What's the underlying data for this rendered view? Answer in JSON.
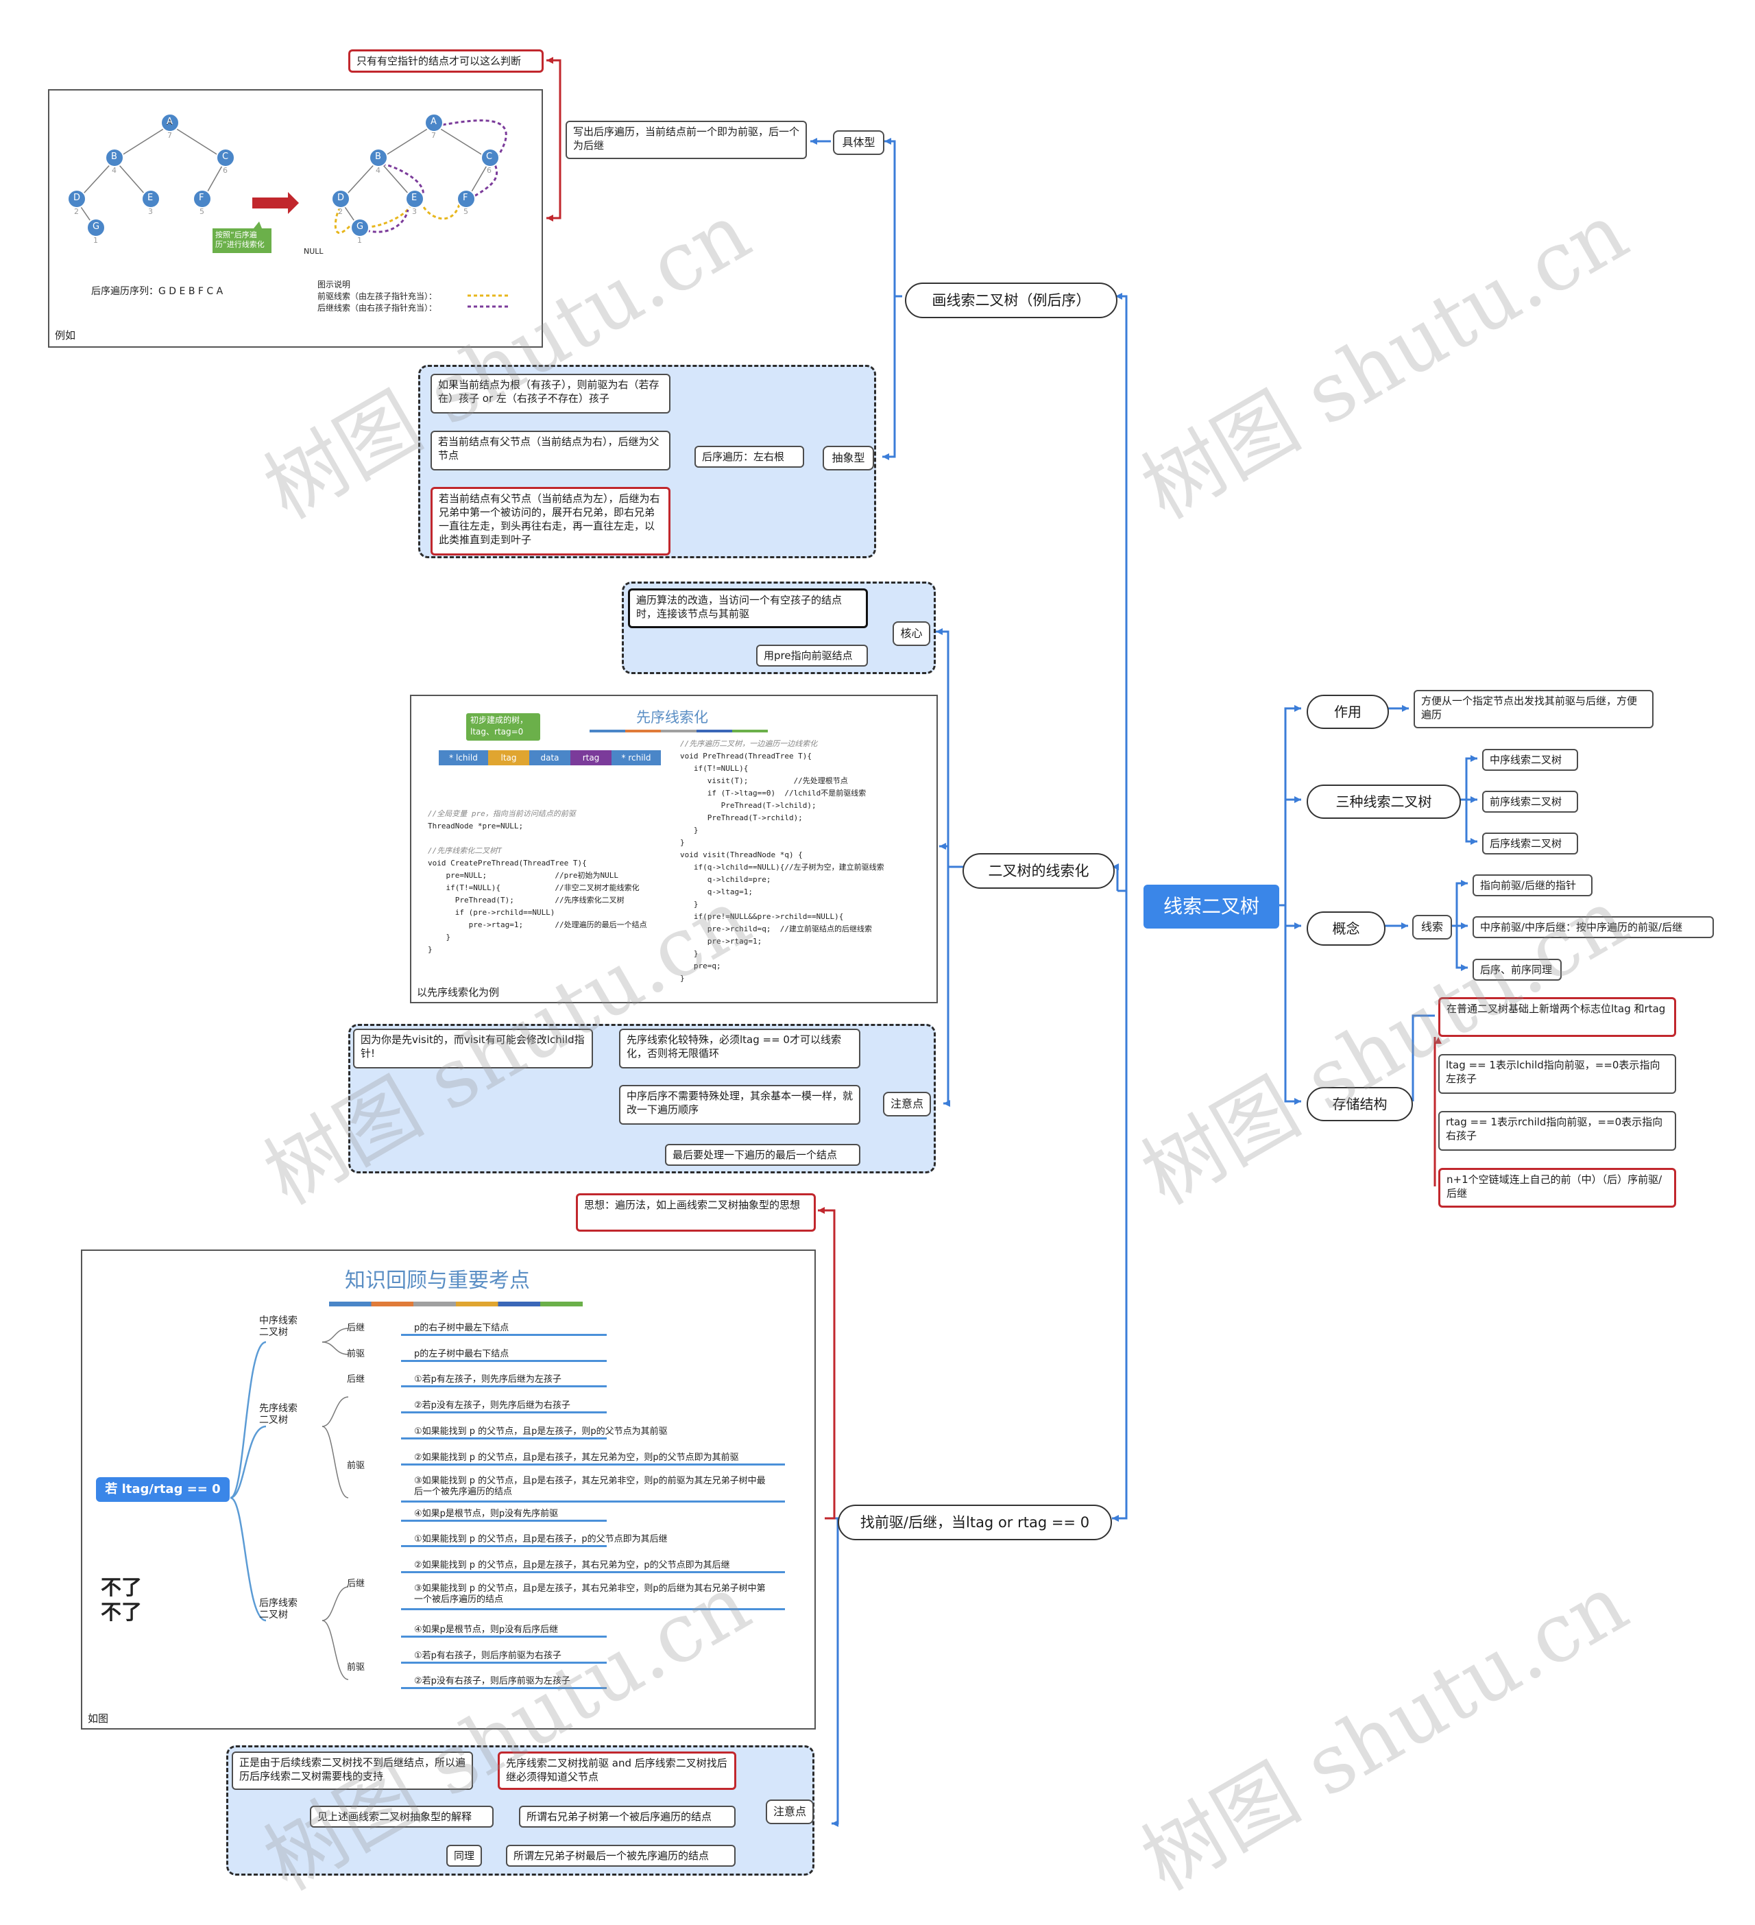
{
  "root": "线索二叉树",
  "right_branches": {
    "zuoyong": {
      "label": "作用",
      "text": "方便从一个指定节点出发找其前驱与后继，方便遍历"
    },
    "sanzhong": {
      "label": "三种线索二叉树",
      "items": [
        "中序线索二叉树",
        "前序线索二叉树",
        "后序线索二叉树"
      ]
    },
    "gainian": {
      "label": "概念",
      "sub": "线索",
      "items": [
        "指向前驱/后继的指针",
        "中序前驱/中序后继：按中序遍历的前驱/后继",
        "后序、前序同理"
      ]
    },
    "cunchu": {
      "label": "存储结构",
      "items": [
        "在普通二叉树基础上新增两个标志位ltag 和rtag",
        "ltag == 1表示lchild指向前驱，==0表示指向左孩子",
        "rtag == 1表示rchild指向前驱，==0表示指向右孩子",
        "n+1个空链域连上自己的前（中）（后）序前驱/后继"
      ]
    }
  },
  "left_branches": {
    "hua": {
      "label": "画线索二叉树（例后序）",
      "concrete": {
        "label": "具体型",
        "text": "写出后序遍历，当前结点前一个即为前驱，后一个为后继",
        "note": "只有有空指针的结点才可以这么判断"
      },
      "abstract": {
        "label": "抽象型",
        "mid": "后序遍历：左右根",
        "items": [
          "如果当前结点为根（有孩子），则前驱为右（若存在）孩子 or 左（右孩子不存在）孩子",
          "若当前结点有父节点（当前结点为右），后继为父节点",
          "若当前结点有父节点（当前结点为左），后继为右兄弟中第一个被访问的，展开右兄弟，即右兄弟一直往左走，到头再往右走，再一直往左走，以此类推直到走到叶子"
        ]
      },
      "example": {
        "caption": "例如",
        "seq": "后序遍历序列：G D E B F C A",
        "arrow": "线索化",
        "green": "按照“后序遍历”进行线索化",
        "null": "NULL",
        "legend_title": "图示说明",
        "legend1": "前驱线索（由左孩子指针充当）：",
        "legend2": "后继线索（由右孩子指针充当）：",
        "tree_nodes": [
          "A",
          "B",
          "C",
          "D",
          "E",
          "F",
          "G"
        ],
        "tree_nums": [
          "7",
          "4",
          "6",
          "2",
          "3",
          "5",
          "1"
        ]
      }
    },
    "er": {
      "label": "二叉树的线索化",
      "core": {
        "label": "核心",
        "items": [
          "遍历算法的改造，当访问一个有空孩子的结点时，连接该节点与其前驱",
          "用pre指向前驱结点"
        ]
      },
      "code": {
        "caption": "以先序线索化为例",
        "title": "先序线索化",
        "callout": "初步建成的树，ltag、rtag=0",
        "fields": [
          "* lchild",
          "ltag",
          "data",
          "rtag",
          "* rchild"
        ],
        "left_lines": [
          "//全局变量 pre，指向当前访问结点的前驱",
          "ThreadNode *pre=NULL;",
          "",
          "//先序线索化二叉树T",
          "void CreatePreThread(ThreadTree T){",
          "    pre=NULL;               //pre初始为NULL",
          "    if(T!=NULL){            //非空二叉树才能线索化",
          "      PreThread(T);         //先序线索化二叉树",
          "      if (pre->rchild==NULL)",
          "         pre->rtag=1;       //处理遍历的最后一个结点",
          "    }",
          "}"
        ],
        "right_lines": [
          "//先序遍历二叉树，一边遍历一边线索化",
          "void PreThread(ThreadTree T){",
          "   if(T!=NULL){",
          "      visit(T);          //先处理根节点",
          "      if (T->ltag==0)  //lchild不是前驱线索",
          "         PreThread(T->lchild);",
          "      PreThread(T->rchild);",
          "   }",
          "}",
          "void visit(ThreadNode *q) {",
          "   if(q->lchild==NULL){//左子树为空，建立前驱线索",
          "      q->lchild=pre;",
          "      q->ltag=1;",
          "   }",
          "   if(pre!=NULL&&pre->rchild==NULL){",
          "      pre->rchild=q;  //建立前驱结点的后继线索",
          "      pre->rtag=1;",
          "   }",
          "   pre=q;",
          "}"
        ]
      },
      "notes": {
        "label": "注意点",
        "left": "因为你是先visit的，而visit有可能会修改lchild指针!",
        "items": [
          "先序线索化较特殊，必须ltag == 0才可以线索化，否则将无限循环",
          "中序后序不需要特殊处理，其余基本一模一样，就改一下遍历顺序",
          "最后要处理一下遍历的最后一个结点"
        ]
      }
    },
    "zhao": {
      "label": "找前驱/后继，当ltag or rtag == 0",
      "idea": "思想：遍历法，如上画线索二叉树抽象型的思想",
      "review": {
        "caption": "如图",
        "title": "知识回顾与重要考点",
        "center": "若 ltag/rtag == 0",
        "brush": "不了 不了",
        "groups": [
          {
            "name": "中序线索二叉树",
            "rows": [
              [
                "后继",
                "p的右子树中最左下结点"
              ],
              [
                "前驱",
                "p的左子树中最右下结点"
              ]
            ]
          },
          {
            "name": "先序线索二叉树",
            "rows": [
              [
                "后继",
                "①若p有左孩子，则先序后继为左孩子"
              ],
              [
                "",
                "②若p没有左孩子，则先序后继为右孩子"
              ],
              [
                "前驱",
                "①如果能找到 p 的父节点，且p是左孩子，则p的父节点为其前驱"
              ],
              [
                "",
                "②如果能找到 p 的父节点，且p是右孩子，其左兄弟为空，则p的父节点即为其前驱"
              ],
              [
                "",
                "③如果能找到 p 的父节点，且p是右孩子，其左兄弟非空，则p的前驱为其左兄弟子树中最后一个被先序遍历的结点"
              ],
              [
                "",
                "④如果p是根节点，则p没有先序前驱"
              ]
            ]
          },
          {
            "name": "后序线索二叉树",
            "rows": [
              [
                "后继",
                "①如果能找到 p 的父节点，且p是右孩子，p的父节点即为其后继"
              ],
              [
                "",
                "②如果能找到 p 的父节点，且p是左孩子，其右兄弟为空，p的父节点即为其后继"
              ],
              [
                "",
                "③如果能找到 p 的父节点，且p是左孩子，其右兄弟非空，则p的后继为其右兄弟子树中第一个被后序遍历的结点"
              ],
              [
                "",
                "④如果p是根节点，则p没有后序后继"
              ],
              [
                "前驱",
                "①若p有右孩子，则后序前驱为右孩子"
              ],
              [
                "",
                "②若p没有右孩子，则后序前驱为左孩子"
              ]
            ]
          }
        ]
      },
      "notes": {
        "label": "注意点",
        "a1": "先序线索二叉树找前驱 and 后序线索二叉树找后继必须得知道父节点",
        "a2": "正是由于后续线索二叉树找不到后继结点，所以遍历后序线索二叉树需要栈的支持",
        "b1": "所谓右兄弟子树第一个被后序遍历的结点",
        "b2": "见上述画线索二叉树抽象型的解释",
        "c1": "所谓左兄弟子树最后一个被先序遍历的结点",
        "c2": "同理"
      }
    }
  },
  "watermark": "树图 shutu.cn",
  "colors": {
    "root": "#3a86e8",
    "frame_fill": "#d6e6fb",
    "red": "#c1272d",
    "line": "#3b7dd8",
    "red_line": "#c1272d"
  }
}
